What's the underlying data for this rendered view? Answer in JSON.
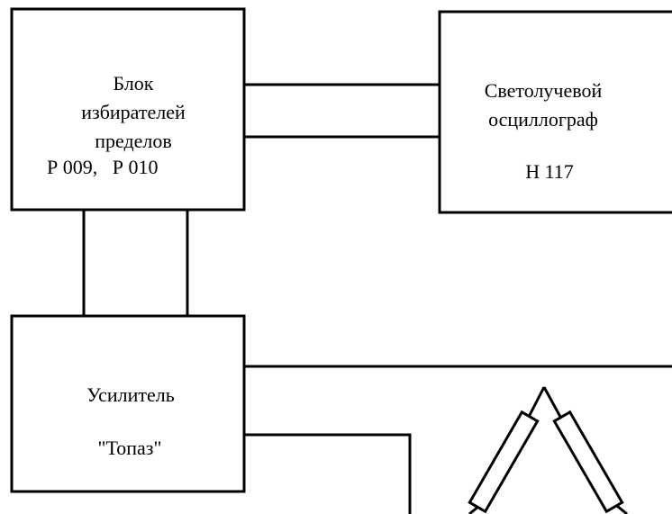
{
  "blocks": {
    "selector": {
      "line1": "Блок",
      "line2": "избирателей",
      "line3": "пределов",
      "line4": "Р 009,   Р 010"
    },
    "oscillograph": {
      "line1": "Светолучевой",
      "line2": "осциллограф",
      "line3": "Н 117"
    },
    "amplifier": {
      "line1": "Усилитель",
      "line2": "\"Топаз\""
    }
  }
}
